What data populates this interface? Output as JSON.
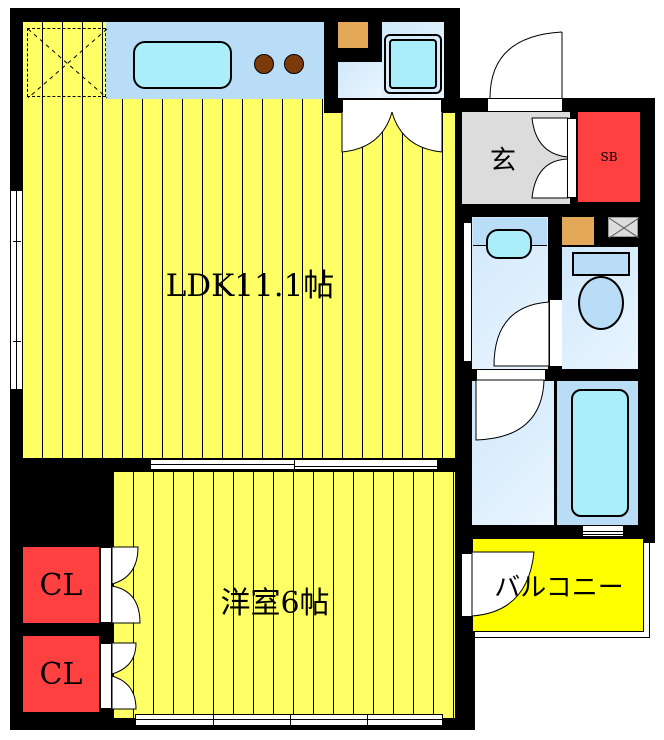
{
  "floorplan": {
    "rooms": {
      "ldk": {
        "label": "LDK11.1帖",
        "type": "LDK",
        "size_jo": 11.1
      },
      "western_room": {
        "label": "洋室6帖",
        "type": "洋室",
        "size_jo": 6
      },
      "entrance": {
        "label": "玄"
      },
      "shoe_box": {
        "label": "SB"
      },
      "closet_1": {
        "label": "CL"
      },
      "closet_2": {
        "label": "CL"
      },
      "balcony": {
        "label": "バルコニー"
      },
      "washroom": {
        "label": ""
      },
      "toilet": {
        "label": ""
      },
      "bathroom": {
        "label": ""
      }
    },
    "colors": {
      "floor": "#ffff66",
      "wall": "#000000",
      "storage": "#ff4040",
      "balcony": "#ffff00",
      "fixture": "#aaeefa",
      "counter": "#b9dcf7",
      "stove": "#7a3a0a",
      "utility": "#e3a857",
      "entrance_floor": "#dcdcdc"
    }
  }
}
